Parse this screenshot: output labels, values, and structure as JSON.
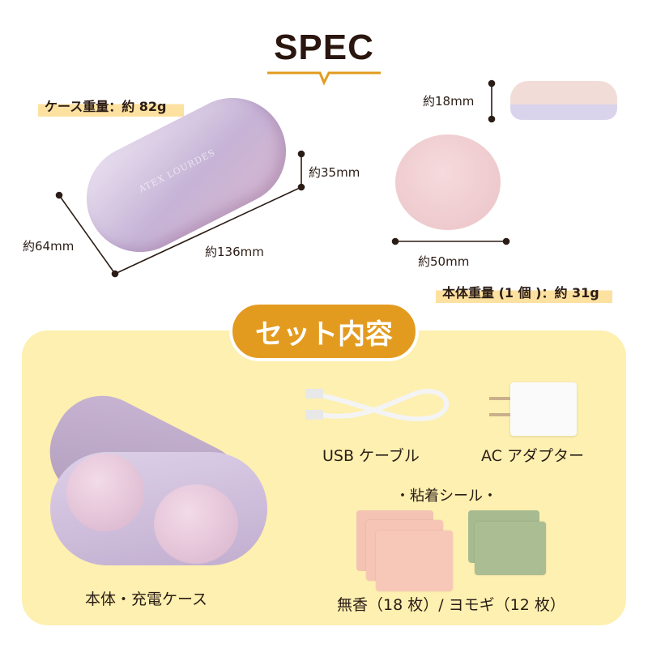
{
  "spec": {
    "title": "SPEC",
    "case_weight": "ケース重量：約 82g",
    "case_logo": "ATEX LOURDES",
    "case_depth": "約64mm",
    "case_length": "約136mm",
    "case_height": "約35mm",
    "body_thickness": "約18mm",
    "body_diameter": "約50mm",
    "body_weight": "本体重量 (1 個 )：約 31g"
  },
  "set_contents": {
    "title": "セット内容",
    "items": [
      {
        "label": "本体・充電ケース"
      },
      {
        "label": "USB ケーブル"
      },
      {
        "label": "AC アダプター"
      }
    ],
    "stickers_heading": "・粘着シール・",
    "stickers_label": "無香（18 枚）/ ヨモギ（12 枚）"
  },
  "colors": {
    "accent": "#e39b1f",
    "panel": "#fdf0b0",
    "highlight": "#fde1a0",
    "text": "#2b1d16"
  }
}
